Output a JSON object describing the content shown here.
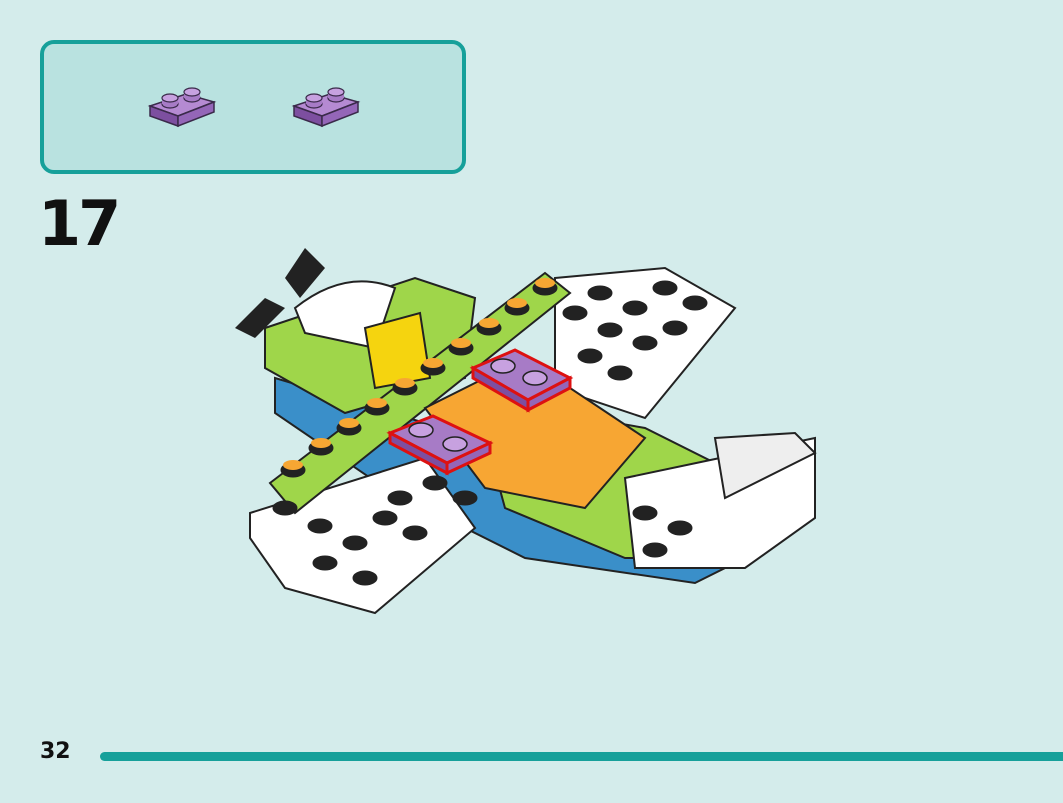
{
  "step": {
    "number": "17"
  },
  "page": {
    "number": "32"
  },
  "parts": [
    {
      "name": "purple-1x2-plate",
      "color": "#8d5cb0",
      "quantity": 1
    },
    {
      "name": "purple-1x2-plate",
      "color": "#8d5cb0",
      "quantity": 1
    }
  ],
  "colors": {
    "background": "#d4eceb",
    "accent": "#16a09a",
    "parts_box": "#b9e2e0"
  }
}
